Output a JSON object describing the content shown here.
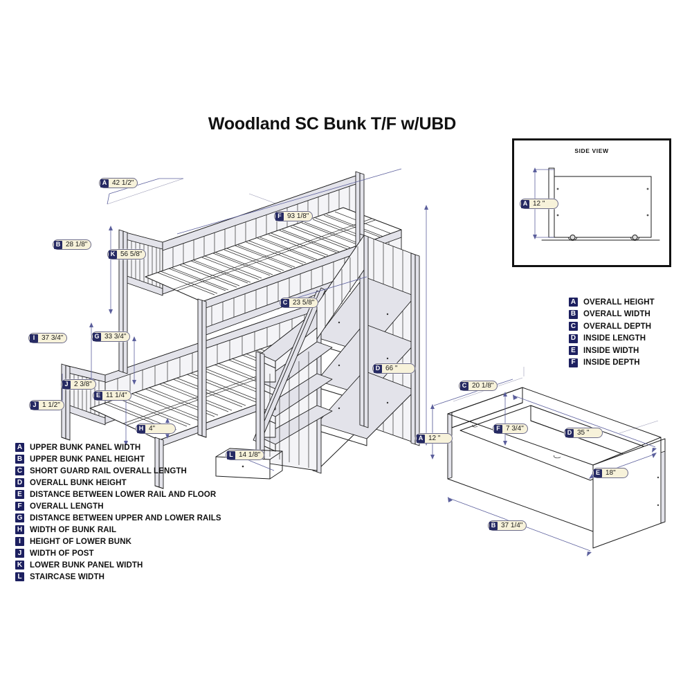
{
  "page": {
    "title": "Woodland SC Bunk T/F w/UBD",
    "background": "#ffffff",
    "badge_color": "#262a63",
    "badge_body_color": "#f7f2da",
    "dim_line_color": "#5b5f9c"
  },
  "side_view": {
    "title": "SIDE VIEW",
    "callouts": [
      {
        "key": "A",
        "value": "12 \""
      }
    ]
  },
  "main_drawing": {
    "callouts": [
      {
        "key": "A",
        "value": "42 1/2\""
      },
      {
        "key": "B",
        "value": "28 1/8\""
      },
      {
        "key": "K",
        "value": "56 5/8\""
      },
      {
        "key": "F",
        "value": "93 1/8\""
      },
      {
        "key": "C",
        "value": "23 5/8\""
      },
      {
        "key": "I",
        "value": "37 3/4\""
      },
      {
        "key": "G",
        "value": "33 3/4\""
      },
      {
        "key": "J",
        "value": "2 3/8\""
      },
      {
        "key": "J",
        "value": "1 1/2\""
      },
      {
        "key": "E",
        "value": "11 1/4\""
      },
      {
        "key": "H",
        "value": "4\""
      },
      {
        "key": "D",
        "value": "66 \""
      },
      {
        "key": "L",
        "value": "14 1/8\""
      }
    ]
  },
  "drawer_drawing": {
    "callouts": [
      {
        "key": "C",
        "value": "20 1/8\""
      },
      {
        "key": "A",
        "value": "12 \""
      },
      {
        "key": "F",
        "value": "7 3/4\""
      },
      {
        "key": "D",
        "value": "35 \""
      },
      {
        "key": "E",
        "value": "18\""
      },
      {
        "key": "B",
        "value": "37 1/4\""
      }
    ]
  },
  "legend_main": {
    "items": [
      {
        "key": "A",
        "label": "UPPER BUNK PANEL WIDTH"
      },
      {
        "key": "B",
        "label": "UPPER BUNK PANEL HEIGHT"
      },
      {
        "key": "C",
        "label": "SHORT GUARD RAIL OVERALL LENGTH"
      },
      {
        "key": "D",
        "label": "OVERALL BUNK HEIGHT"
      },
      {
        "key": "E",
        "label": "DISTANCE BETWEEN LOWER RAIL AND FLOOR"
      },
      {
        "key": "F",
        "label": "OVERALL LENGTH"
      },
      {
        "key": "G",
        "label": "DISTANCE BETWEEN UPPER AND LOWER RAILS"
      },
      {
        "key": "H",
        "label": "WIDTH OF BUNK RAIL"
      },
      {
        "key": "I",
        "label": "HEIGHT OF LOWER BUNK"
      },
      {
        "key": "J",
        "label": "WIDTH OF POST"
      },
      {
        "key": "K",
        "label": "LOWER BUNK PANEL WIDTH"
      },
      {
        "key": "L",
        "label": "STAIRCASE WIDTH"
      }
    ]
  },
  "legend_drawer": {
    "items": [
      {
        "key": "A",
        "label": "OVERALL HEIGHT"
      },
      {
        "key": "B",
        "label": "OVERALL WIDTH"
      },
      {
        "key": "C",
        "label": "OVERALL DEPTH"
      },
      {
        "key": "D",
        "label": "INSIDE LENGTH"
      },
      {
        "key": "E",
        "label": "INSIDE WIDTH"
      },
      {
        "key": "F",
        "label": "INSIDE DEPTH"
      }
    ]
  }
}
